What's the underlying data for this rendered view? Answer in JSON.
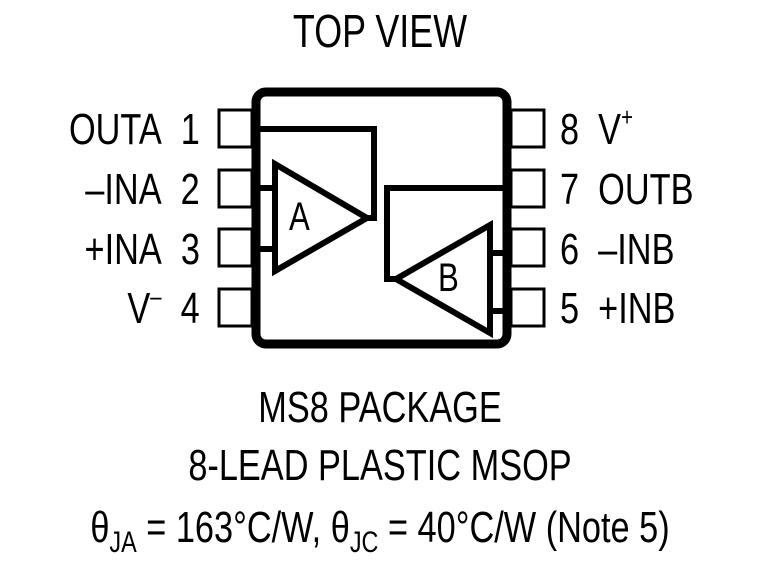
{
  "title": "TOP VIEW",
  "package": {
    "name_line1": "MS8 PACKAGE",
    "name_line2": "8-LEAD PLASTIC MSOP",
    "thermal": {
      "theta_ja_symbol": "θ",
      "theta_ja_sub": "JA",
      "theta_ja_value": " = 163°C/W, ",
      "theta_jc_symbol": "θ",
      "theta_jc_sub": "JC",
      "theta_jc_value": " = 40°C/W (Note 5)"
    }
  },
  "pins_left": [
    {
      "number": "1",
      "name": "OUTA"
    },
    {
      "number": "2",
      "name": "–INA"
    },
    {
      "number": "3",
      "name": "+INA"
    },
    {
      "number": "4",
      "name": "V",
      "sup": "–"
    }
  ],
  "pins_right": [
    {
      "number": "8",
      "name": "V",
      "sup": "+"
    },
    {
      "number": "7",
      "name": "OUTB"
    },
    {
      "number": "6",
      "name": "–INB"
    },
    {
      "number": "5",
      "name": "+INB"
    }
  ],
  "amplifiers": [
    {
      "label": "A"
    },
    {
      "label": "B"
    }
  ]
}
